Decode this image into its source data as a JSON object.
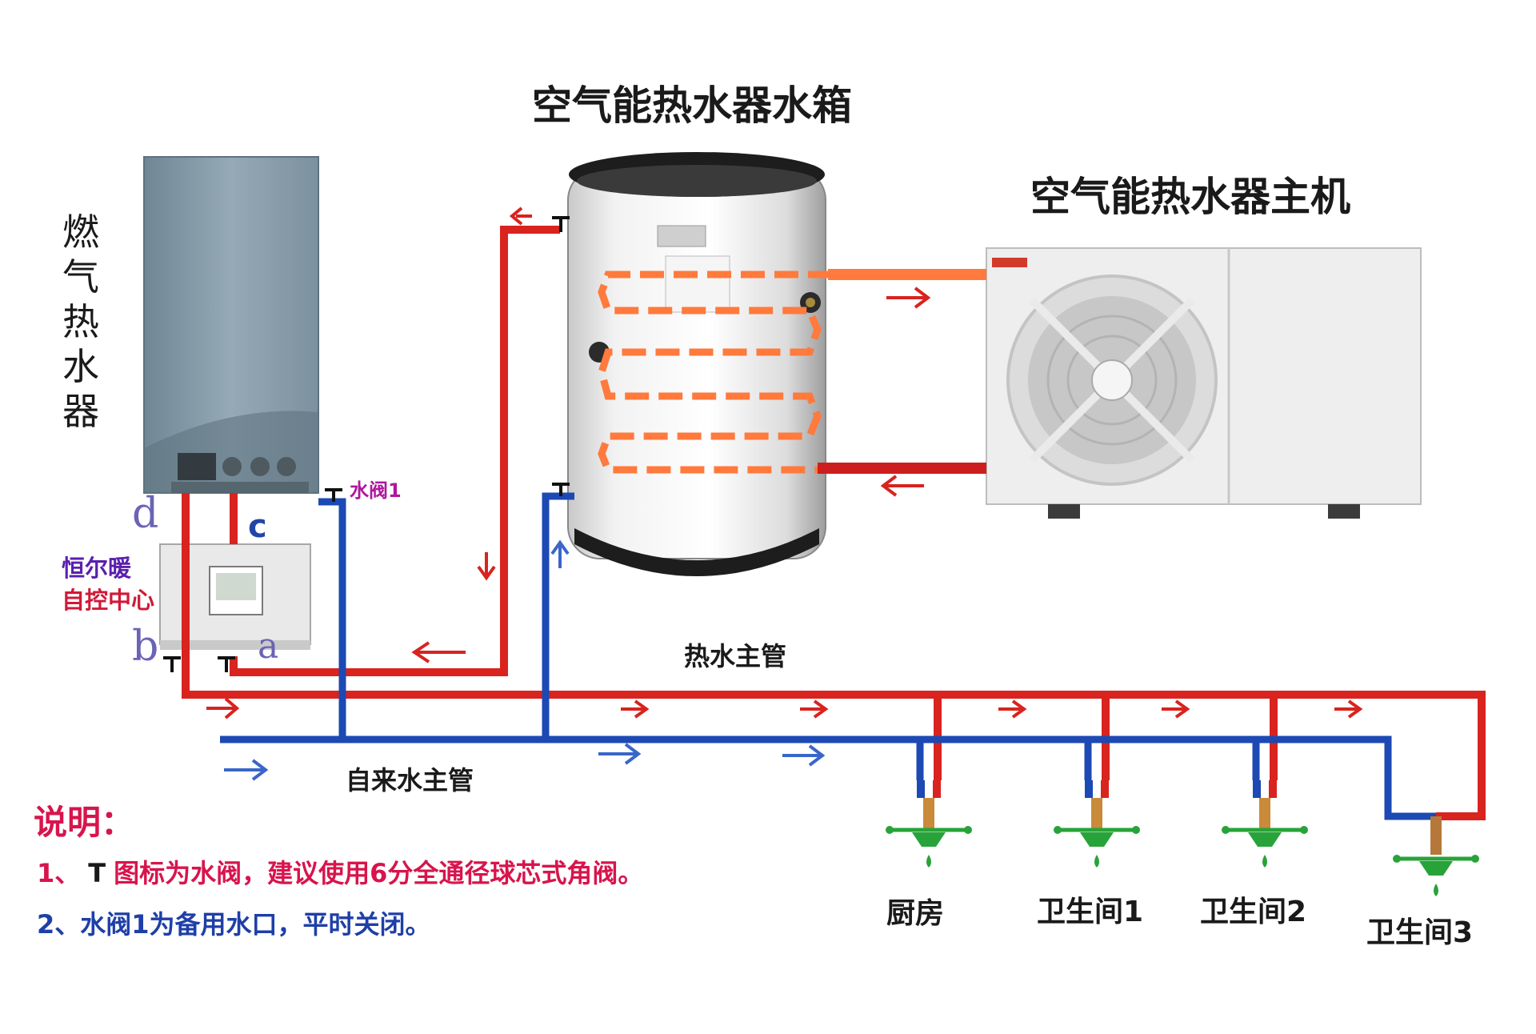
{
  "titles": {
    "tank": "空气能热水器水箱",
    "unit": "空气能热水器主机",
    "boiler": "燃气热水器"
  },
  "labels": {
    "hot_main": "热水主管",
    "cold_main": "自来水主管",
    "valve1": "水阀1",
    "port_a": "a",
    "port_b": "b",
    "port_c": "c",
    "port_d": "d",
    "control_center_line1": "恒尔暖",
    "control_center_line2": "自控中心"
  },
  "rooms": [
    "厨房",
    "卫生间1",
    "卫生间2",
    "卫生间3"
  ],
  "notes": {
    "title": "说明：",
    "line1_prefix": "1、",
    "line1_symbol": "T",
    "line1_text": "图标为水阀，建议使用6分全通径球芯式角阀。",
    "line2": "2、水阀1为备用水口，平时关闭。"
  },
  "colors": {
    "hot_pipe": "#d8231f",
    "cold_pipe": "#1c49b3",
    "coil": "#ff7a3c",
    "unit_pipe_out": "#ff7a3c",
    "unit_pipe_in": "#cc1e1e"
  }
}
